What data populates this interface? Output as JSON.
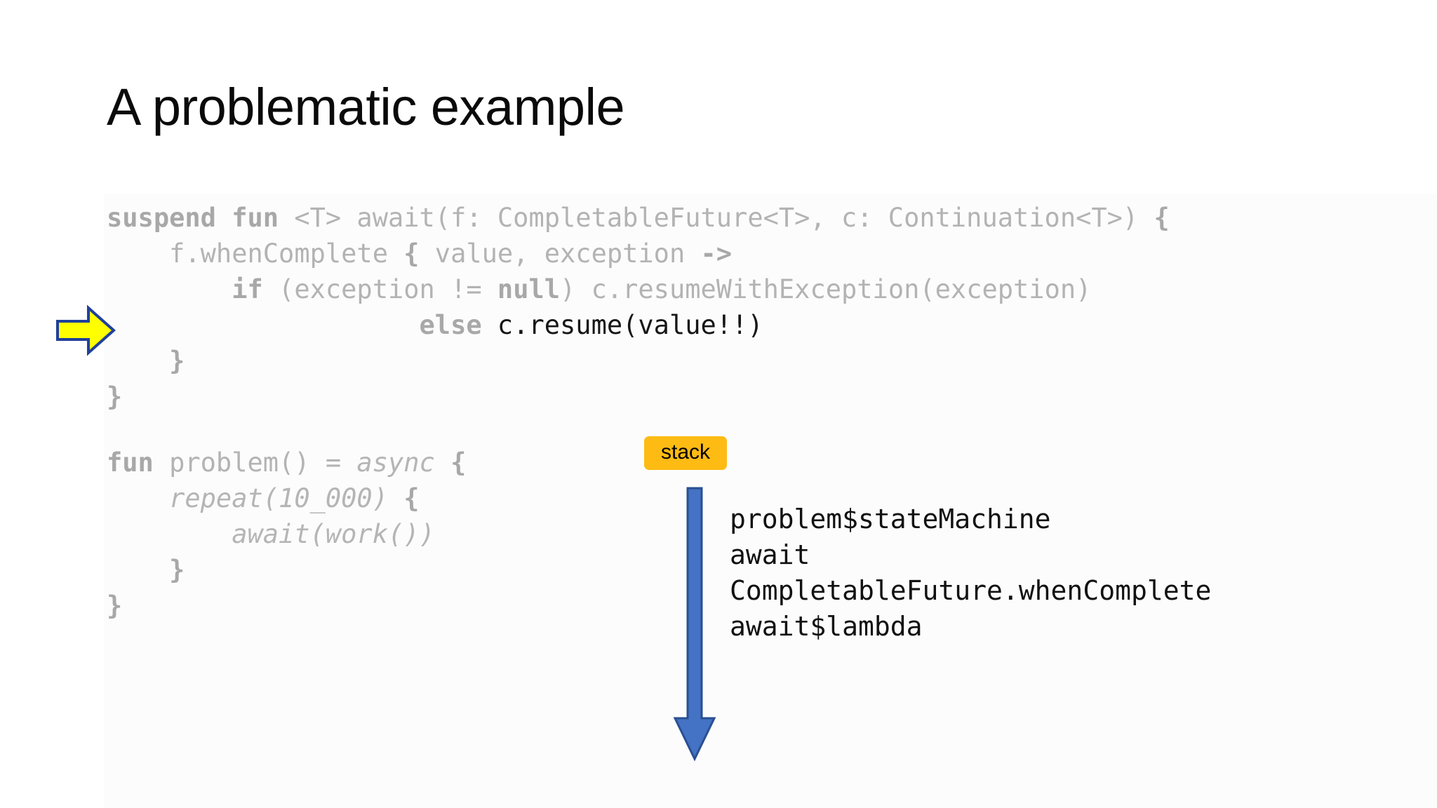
{
  "slide": {
    "title": "A problematic example",
    "background_color": "#ffffff"
  },
  "colors": {
    "code_gray": "#b3b3b3",
    "code_keyword_gray": "#a8a8a8",
    "highlight_black": "#161616",
    "badge_amber": "#fdbb13",
    "arrow_blue": "#4472c4",
    "arrow_blue_outline": "#2a4f92",
    "marker_yellow": "#ffff00",
    "marker_outline": "#20409a"
  },
  "code_await": {
    "lines": [
      {
        "indent": "",
        "parts": [
          {
            "text": "suspend fun ",
            "style": "kw"
          },
          {
            "text": "<T> await(f: CompletableFuture<T>, c: Continuation<T>) ",
            "style": "plain"
          },
          {
            "text": "{",
            "style": "kw"
          }
        ]
      },
      {
        "indent": "    ",
        "parts": [
          {
            "text": "f.whenComplete ",
            "style": "plain"
          },
          {
            "text": "{",
            "style": "kw"
          },
          {
            "text": " value, exception ",
            "style": "plain"
          },
          {
            "text": "->",
            "style": "kw"
          }
        ]
      },
      {
        "indent": "        ",
        "parts": [
          {
            "text": "if",
            "style": "kw"
          },
          {
            "text": " (exception != ",
            "style": "plain"
          },
          {
            "text": "null",
            "style": "kw"
          },
          {
            "text": ") c.resumeWithException(exception)",
            "style": "plain"
          }
        ]
      },
      {
        "indent": "                    ",
        "parts": [
          {
            "text": "else",
            "style": "kw"
          },
          {
            "text": " ",
            "style": "plain"
          },
          {
            "text": "c.resume(value!!)",
            "style": "hl"
          }
        ]
      },
      {
        "indent": "    ",
        "parts": [
          {
            "text": "}",
            "style": "kw"
          }
        ]
      },
      {
        "indent": "",
        "parts": [
          {
            "text": "}",
            "style": "kw"
          }
        ]
      }
    ]
  },
  "code_problem": {
    "lines": [
      {
        "indent": "",
        "parts": [
          {
            "text": "fun",
            "style": "kw"
          },
          {
            "text": " problem() = ",
            "style": "plain"
          },
          {
            "text": "async",
            "style": "it"
          },
          {
            "text": " ",
            "style": "plain"
          },
          {
            "text": "{",
            "style": "kw"
          }
        ]
      },
      {
        "indent": "    ",
        "parts": [
          {
            "text": "repeat(10_000)",
            "style": "it"
          },
          {
            "text": " ",
            "style": "plain"
          },
          {
            "text": "{",
            "style": "kw"
          }
        ]
      },
      {
        "indent": "        ",
        "parts": [
          {
            "text": "await(work())",
            "style": "it"
          }
        ]
      },
      {
        "indent": "    ",
        "parts": [
          {
            "text": "}",
            "style": "kw"
          }
        ]
      },
      {
        "indent": "",
        "parts": [
          {
            "text": "}",
            "style": "kw"
          }
        ]
      }
    ]
  },
  "stack": {
    "label": "stack",
    "frames": [
      "problem$stateMachine",
      "await",
      "CompletableFuture.whenComplete",
      "await$lambda"
    ]
  },
  "markers": {
    "step_arrow_name": "right-arrow-marker",
    "stack_arrow_name": "down-arrow"
  }
}
